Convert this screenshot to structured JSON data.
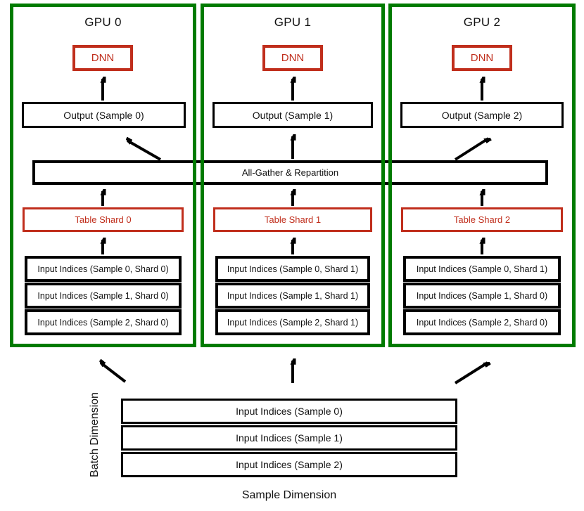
{
  "diagram": {
    "gpus": [
      {
        "title": "GPU 0",
        "dnn_label": "DNN",
        "output_label": "Output (Sample 0)",
        "table_shard_label": "Table Shard 0",
        "inputs": [
          "Input Indices (Sample 0, Shard 0)",
          "Input Indices (Sample 1, Shard 0)",
          "Input Indices (Sample 2, Shard 0)"
        ]
      },
      {
        "title": "GPU 1",
        "dnn_label": "DNN",
        "output_label": "Output (Sample 1)",
        "table_shard_label": "Table Shard 1",
        "inputs": [
          "Input Indices (Sample 0, Shard 1)",
          "Input Indices (Sample 1, Shard 1)",
          "Input Indices (Sample 2, Shard 1)"
        ]
      },
      {
        "title": "GPU 2",
        "dnn_label": "DNN",
        "output_label": "Output (Sample 2)",
        "table_shard_label": "Table Shard 2",
        "inputs": [
          "Input Indices (Sample 0, Shard 1)",
          "Input Indices (Sample 1, Shard 0)",
          "Input Indices (Sample 2, Shard 0)"
        ]
      }
    ],
    "all_gather_label": "All-Gather & Repartition",
    "batch": {
      "rows": [
        "Input Indices (Sample 0)",
        "Input Indices (Sample 1)",
        "Input Indices (Sample 2)"
      ],
      "vertical_axis_label": "Batch Dimension",
      "horizontal_axis_label": "Sample Dimension"
    },
    "colors": {
      "panel_green": "#007B00",
      "accent_red": "#C02E1C",
      "line_black": "#000000"
    }
  }
}
